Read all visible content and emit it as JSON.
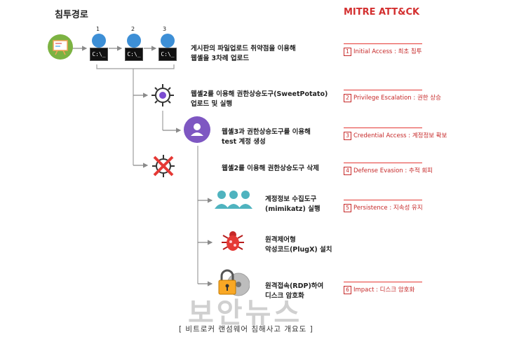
{
  "title_left": "침투경로",
  "title_right": "MITRE ATT&CK",
  "steps": [
    "1",
    "2",
    "3"
  ],
  "terminal_label": "C:\\_",
  "descriptions": {
    "d1": [
      "게시판의 파일업로드 취약점을 이용해",
      "웹셸을 3차례 업로드"
    ],
    "d2": [
      "웹셸2를 이용해 권한상승도구(SweetPotato)",
      "업로드 및 실행"
    ],
    "d3": [
      "웹셸3과 권한상승도구를 이용해",
      "test 계정 생성"
    ],
    "d4": [
      "웹셸2를 이용해 권한상승도구 삭제"
    ],
    "d5": [
      "계정정보 수집도구",
      "(mimikatz) 실행"
    ],
    "d6": [
      "원격제어형",
      "악성코드(PlugX) 설치"
    ],
    "d7": [
      "원격접속(RDP)하여",
      "디스크 암호화"
    ]
  },
  "mitre": [
    {
      "num": "1",
      "label": "Initial Access : 최초 침투"
    },
    {
      "num": "2",
      "label": "Privilege Escalation : 권한 상승"
    },
    {
      "num": "3",
      "label": "Credential Access : 계정정보 확보"
    },
    {
      "num": "4",
      "label": "Defense Evasion : 추적 회피"
    },
    {
      "num": "5",
      "label": "Persistence : 지속성 유지"
    },
    {
      "num": "6",
      "label": "Impact : 디스크 암호화"
    }
  ],
  "watermark": "보안뉴스",
  "caption": "[ 비트로커 랜섬웨어 침해사고 개요도 ]",
  "icons": [
    "presentation-board-icon",
    "web-server-icon",
    "gear-icon",
    "user-icon",
    "crossed-gear-icon",
    "users-group-icon",
    "malware-bug-icon",
    "lock-disk-icon"
  ]
}
